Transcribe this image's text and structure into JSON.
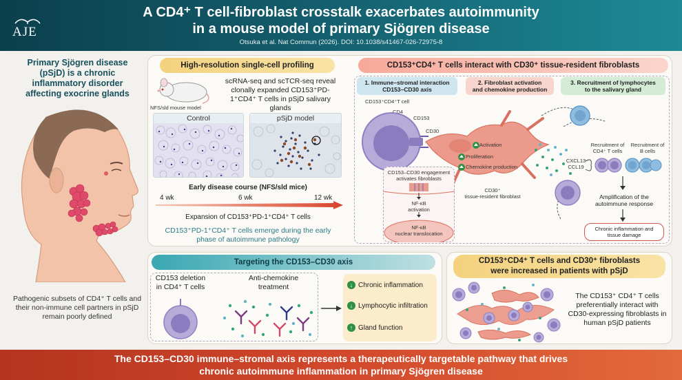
{
  "header": {
    "logo_text": "AJE",
    "title_line1": "A CD4⁺ T cell-fibroblast crosstalk exacerbates autoimmunity",
    "title_line2": "in a mouse model of primary Sjögren disease",
    "citation": "Otsuka et al. Nat Commun (2026). DOI: 10.1038/s41467-026-72975-8"
  },
  "left": {
    "intro": "Primary Sjögren disease (pSjD) is a chronic inflammatory disorder affecting exocrine glands",
    "note": "Pathogenic subsets of  CD4⁺ T cells and their non-immune cell partners in pSjD remain poorly defined"
  },
  "profiling": {
    "heading": "High-resolution single-cell profiling",
    "mouse_label": "NFS/sld mouse model",
    "description": "scRNA-seq and scTCR-seq reveal clonally expanded CD153⁺PD-1⁺CD4⁺ T cells in pSjD salivary glands",
    "control_label": "Control",
    "model_label": "pSjD model",
    "course_title": "Early disease course (NFS/sld mice)",
    "time_points": [
      "4 wk",
      "6 wk",
      "12 wk"
    ],
    "expansion": "Expansion of CD153⁺PD-1⁺CD4⁺ T cells",
    "emerge": "CD153⁺PD-1⁺CD4⁺ T cells emerge during the early phase of autoimmune pathology"
  },
  "interaction": {
    "heading": "CD153⁺CD4⁺ T cells interact with CD30⁺ tissue-resident fibroblasts",
    "steps": [
      {
        "label": "1.  Immune–stromal interaction",
        "sub": "CD153–CD30 axis"
      },
      {
        "label": "2.  Fibroblast activation",
        "sub": "and chemokine production"
      },
      {
        "label": "3.  Recruitment of lymphocytes",
        "sub": "to the salivary gland"
      }
    ],
    "tcell_label": "CD153⁺CD4⁺T cell",
    "cd4": "CD4",
    "cd153": "CD153",
    "cd30": "CD30",
    "activation": "Activation",
    "proliferation": "Proliferation",
    "chemokine": "Chemokine production",
    "fibroblast_label_1": "CD30⁺",
    "fibroblast_label_2": "tissue-resident fibroblast",
    "engagement_1": "CD153–CD30 engagement",
    "engagement_2": "activates fibroblasts",
    "nfkb_act_1": "NF-κB",
    "nfkb_act_2": "activation",
    "nfkb_trans_1": "NF-κB",
    "nfkb_trans_2": "nuclear translocation",
    "cxcl13": "CXCL13",
    "ccl19": "CCL19",
    "recruit_t_1": "Recruitment of",
    "recruit_t_2": "CD4⁺ T cells",
    "recruit_b_1": "Recruitment of",
    "recruit_b_2": "B cells",
    "amplification": "Amplification of the autoimmune response",
    "damage_1": "Chronic inflammation and",
    "damage_2": "tissue damage"
  },
  "targeting": {
    "heading": "Targeting the CD153–CD30 axis",
    "deletion": "CD153 deletion in CD4⁺ T cells",
    "anti": "Anti-chemokine treatment",
    "effects": [
      "Chronic inflammation",
      "Lymphocytic infiltration",
      "Gland function"
    ]
  },
  "patients": {
    "heading_1": "CD153⁺CD4⁺ T cells and CD30⁺ fibroblasts",
    "heading_2": "were increased in patients with pSjD",
    "text": "The CD153⁺ CD4⁺ T cells preferentially interact with CD30-expressing fibroblasts in human pSjD patients"
  },
  "footer": {
    "line1": "The CD153–CD30 immune–stromal axis represents a therapeutically targetable pathway that drives",
    "line2": "chronic autoimmune inflammation in primary Sjögren disease"
  },
  "colors": {
    "header": "#145d6c",
    "footer": "#d2482c",
    "tcell": "#9a8cc6",
    "fibroblast": "#e9897a",
    "bcell": "#6fa5cf"
  }
}
